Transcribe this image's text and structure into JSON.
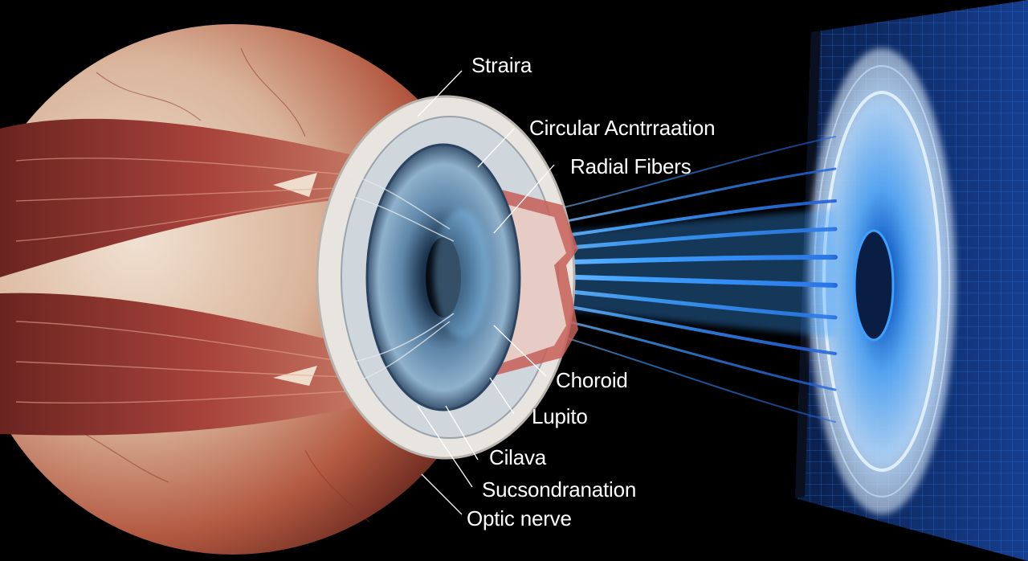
{
  "labels": {
    "straira": "Straira",
    "circular": "Circular Acntrraation",
    "radial": "Radial Fibers",
    "choroid": "Choroid",
    "lupito": "Lupito",
    "cilava": "Cilava",
    "suscp": "Sucsondranation",
    "optic": "Optic nerve"
  },
  "colors": {
    "background": "#000000",
    "sclera": "#d9c7b7",
    "muscle": "#9c3b35",
    "iris": "#5f86a8",
    "light_beam": "#3ea0ff",
    "screen_grid": "#1c58c7"
  }
}
